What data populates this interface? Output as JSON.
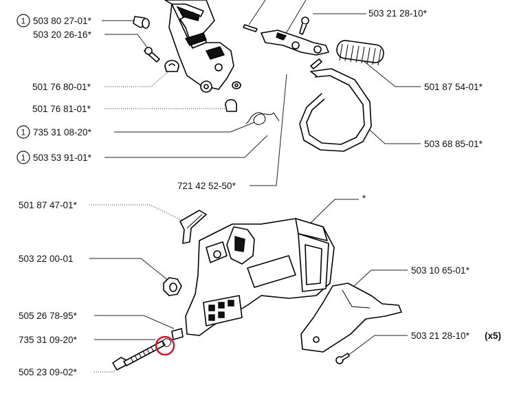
{
  "labels": {
    "p1": "503 80 27-01*",
    "p2": "503 20 26-16*",
    "p3": "501 76 80-01*",
    "p4": "501 76 81-01*",
    "p5": "735 31 08-20*",
    "p6": "503 53 91-01*",
    "p7": "721 42 52-50*",
    "p8": "503 21 28-10*",
    "p9": "501 87 54-01*",
    "p10": "503 68 85-01*",
    "p11": "501 87 47-01*",
    "p12": "*",
    "p13": "503 22 00-01",
    "p14": "503 10 65-01*",
    "p15": "505 26 78-95*",
    "p16": "503 21 28-10*",
    "p16_qty": "(x5)",
    "p17": "735 31 09-20*",
    "p18": "505 23 09-02*"
  },
  "badges": {
    "b1": "1",
    "b5": "1",
    "b6": "1"
  },
  "colors": {
    "line": "#000000",
    "highlight_circle": "#d4182a"
  }
}
